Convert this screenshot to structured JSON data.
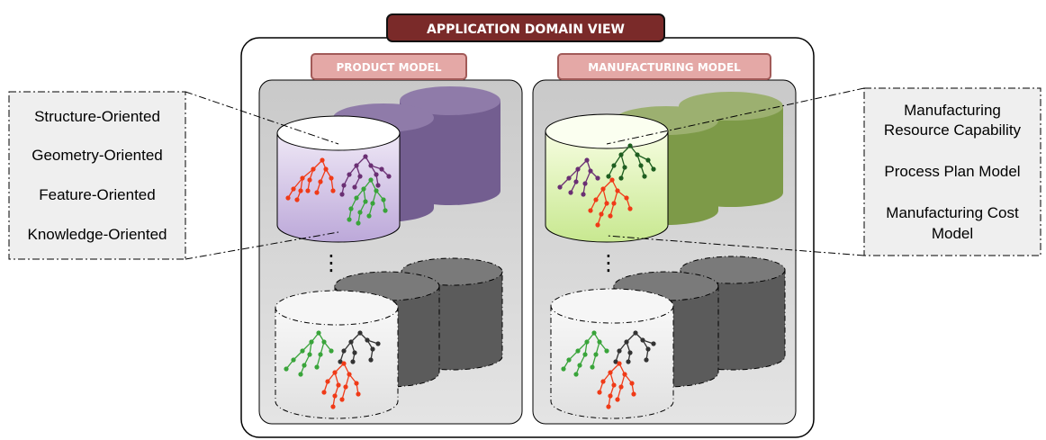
{
  "title": "APPLICATION DOMAIN VIEW",
  "panels": {
    "product": {
      "title": "PRODUCT MODEL",
      "labels": [
        "Structure-Oriented",
        "Geometry-Oriented",
        "Feature-Oriented",
        "Knowledge-Oriented"
      ],
      "colors": {
        "front_top": "#e6ddf0",
        "front_bottom": "#b8a4d6",
        "back": "#735e90",
        "back_top": "#8f7ba9"
      }
    },
    "manufacturing": {
      "title": "MANUFACTURING MODEL",
      "labels_line1": [
        "Manufacturing",
        "Process Plan Model",
        "Manufacturing Cost"
      ],
      "labels_line2": [
        "Resource Capability",
        "",
        "Model"
      ],
      "colors": {
        "front_top": "#f3fbd8",
        "front_bottom": "#c5e58c",
        "back": "#7d9a48",
        "back_top": "#9cb070"
      }
    }
  },
  "ellipsis": "⋮",
  "colors": {
    "title_bg": "#7a2a29",
    "panel_tab_bg": "#e4a8a6",
    "panel_tab_border": "#a25a58",
    "panel_bg": "#d6d6d6",
    "gray_back": "#5b5b5b",
    "gray_back_top": "#7a7a7a",
    "tree_red": "#f03a17",
    "tree_green": "#39a43a",
    "tree_purple": "#6a2f73",
    "tree_black": "#333333"
  }
}
